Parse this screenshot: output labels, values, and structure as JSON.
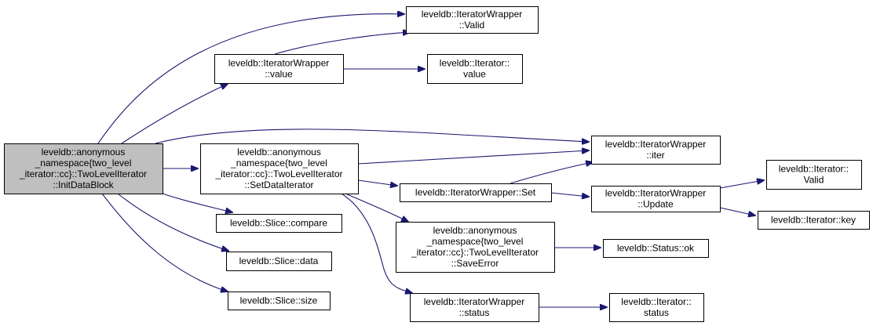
{
  "diagram": {
    "type": "call-graph",
    "edge_color": "#191970",
    "root_fill": "#bfbfbf",
    "nodes": [
      {
        "id": "init",
        "label": "leveldb::anonymous\n_namespace{two_level\n_iterator::cc}::TwoLevelIterator\n::InitDataBlock",
        "root": true,
        "clickable": false
      },
      {
        "id": "iw_valid",
        "label": "leveldb::IteratorWrapper\n::Valid",
        "root": false,
        "clickable": true
      },
      {
        "id": "iw_value",
        "label": "leveldb::IteratorWrapper\n::value",
        "root": false,
        "clickable": true
      },
      {
        "id": "it_value",
        "label": "leveldb::Iterator::\nvalue",
        "root": false,
        "clickable": true
      },
      {
        "id": "set_data_iter",
        "label": "leveldb::anonymous\n_namespace{two_level\n_iterator::cc}::TwoLevelIterator\n::SetDataIterator",
        "root": false,
        "clickable": true
      },
      {
        "id": "iw_iter",
        "label": "leveldb::IteratorWrapper\n::iter",
        "root": false,
        "clickable": true
      },
      {
        "id": "iw_set",
        "label": "leveldb::IteratorWrapper::Set",
        "root": false,
        "clickable": true
      },
      {
        "id": "iw_update",
        "label": "leveldb::IteratorWrapper\n::Update",
        "root": false,
        "clickable": true
      },
      {
        "id": "it_valid",
        "label": "leveldb::Iterator::\nValid",
        "root": false,
        "clickable": true
      },
      {
        "id": "it_key",
        "label": "leveldb::Iterator::key",
        "root": false,
        "clickable": true
      },
      {
        "id": "slice_compare",
        "label": "leveldb::Slice::compare",
        "root": false,
        "clickable": true
      },
      {
        "id": "save_error",
        "label": "leveldb::anonymous\n_namespace{two_level\n_iterator::cc}::TwoLevelIterator\n::SaveError",
        "root": false,
        "clickable": true
      },
      {
        "id": "status_ok",
        "label": "leveldb::Status::ok",
        "root": false,
        "clickable": true
      },
      {
        "id": "slice_data",
        "label": "leveldb::Slice::data",
        "root": false,
        "clickable": true
      },
      {
        "id": "slice_size",
        "label": "leveldb::Slice::size",
        "root": false,
        "clickable": true
      },
      {
        "id": "iw_status",
        "label": "leveldb::IteratorWrapper\n::status",
        "root": false,
        "clickable": true
      },
      {
        "id": "it_status",
        "label": "leveldb::Iterator::\nstatus",
        "root": false,
        "clickable": true
      }
    ],
    "edges": [
      {
        "from": "init",
        "to": "iw_valid"
      },
      {
        "from": "init",
        "to": "iw_value"
      },
      {
        "from": "init",
        "to": "iw_iter"
      },
      {
        "from": "init",
        "to": "set_data_iter"
      },
      {
        "from": "init",
        "to": "slice_compare"
      },
      {
        "from": "init",
        "to": "slice_data"
      },
      {
        "from": "init",
        "to": "slice_size"
      },
      {
        "from": "iw_value",
        "to": "iw_valid"
      },
      {
        "from": "iw_value",
        "to": "it_value"
      },
      {
        "from": "set_data_iter",
        "to": "iw_iter"
      },
      {
        "from": "set_data_iter",
        "to": "iw_set"
      },
      {
        "from": "set_data_iter",
        "to": "save_error"
      },
      {
        "from": "set_data_iter",
        "to": "iw_status"
      },
      {
        "from": "iw_set",
        "to": "iw_iter"
      },
      {
        "from": "iw_set",
        "to": "iw_update"
      },
      {
        "from": "iw_update",
        "to": "it_valid"
      },
      {
        "from": "iw_update",
        "to": "it_key"
      },
      {
        "from": "save_error",
        "to": "status_ok"
      },
      {
        "from": "iw_status",
        "to": "it_status"
      }
    ]
  }
}
